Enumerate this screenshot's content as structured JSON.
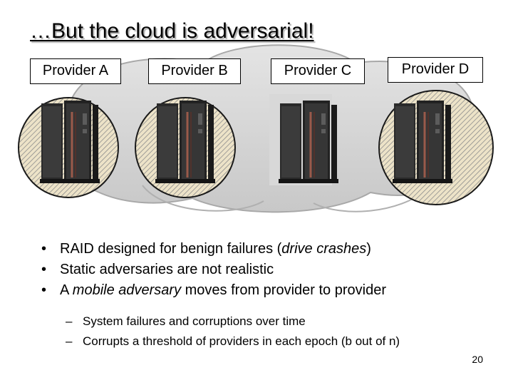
{
  "slide": {
    "title": "…But the cloud is adversarial!",
    "page_number": "20"
  },
  "providers": [
    {
      "label": "Provider A",
      "icon": "server-rack-icon"
    },
    {
      "label": "Provider B",
      "icon": "server-rack-icon"
    },
    {
      "label": "Provider C",
      "icon": "server-rack-icon"
    },
    {
      "label": "Provider D",
      "icon": "server-rack-icon"
    }
  ],
  "bullets": [
    {
      "pre": "RAID designed for benign failures (",
      "em": "drive crashes",
      "post": ")"
    },
    {
      "pre": "Static adversaries are not realistic",
      "em": "",
      "post": ""
    },
    {
      "pre": "A ",
      "em": "mobile adversary",
      "post": " moves from provider to provider"
    }
  ],
  "sub_bullets": [
    "System failures and corruptions over time",
    "Corrupts a threshold of providers in each epoch (b out of n)"
  ],
  "symbols": {
    "bullet": "•",
    "dash": "–"
  },
  "colors": {
    "cloud": "#d4d4d4",
    "circle_fill": "#ede3c8",
    "hatch": "#8c8c8c",
    "rack": "#2a2a2a",
    "rack_accent": "#9a5a4a"
  }
}
